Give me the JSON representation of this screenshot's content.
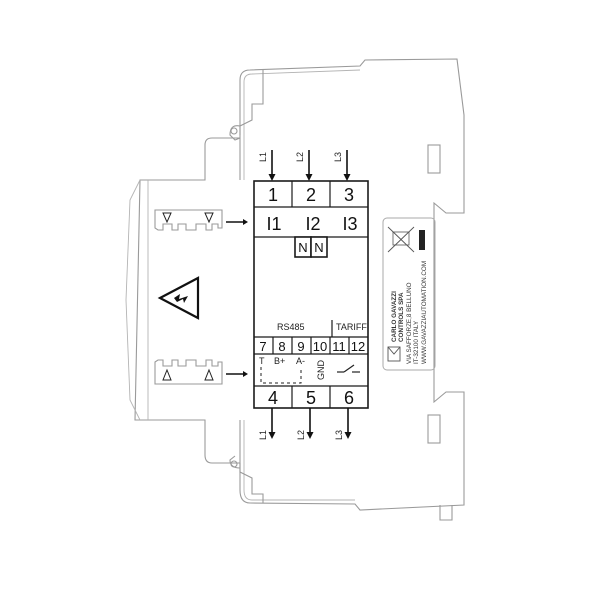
{
  "diagram": {
    "title": "DIN-rail three-phase energy meter wiring diagram",
    "inputs": {
      "phase_labels": [
        "L1",
        "L2",
        "L3"
      ],
      "terminals": [
        "1",
        "2",
        "3"
      ],
      "current_labels": [
        "I1",
        "I2",
        "I3"
      ],
      "neutral_labels": [
        "N",
        "N"
      ]
    },
    "outputs": {
      "phase_labels": [
        "L1",
        "L2",
        "L3"
      ],
      "terminals": [
        "4",
        "5",
        "6"
      ]
    },
    "comms": {
      "rs485_header": "RS485",
      "tariff_header": "TARIFF",
      "aux_terminals": [
        "7",
        "8",
        "9",
        "10",
        "11",
        "12"
      ],
      "signals": [
        "T",
        "B+",
        "A-",
        "GND"
      ]
    },
    "label": {
      "company_line1": "CARLO GAVAZZI",
      "company_line2": "CONTROLS SPA",
      "address_line1": "VIA SAFFORZE,8 BELLUNO",
      "address_line2": "IT-32100 ITALY",
      "website": "WWW.GAVAZZIAUTOMATION.COM"
    },
    "icons": [
      "warning-high-voltage-icon",
      "weee-crossed-bin-icon",
      "ce-triangle-logo-icon",
      "terminal-cover-top-icon",
      "terminal-cover-bottom-icon"
    ]
  }
}
